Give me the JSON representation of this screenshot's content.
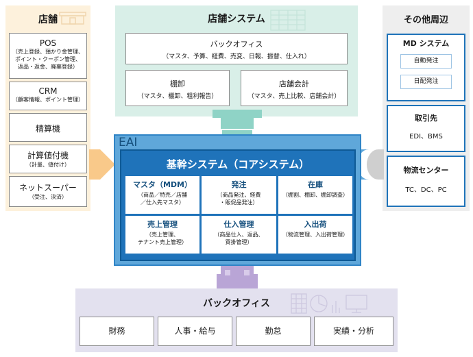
{
  "store": {
    "title": "店舗",
    "items": [
      {
        "name": "POS",
        "sub": [
          "（売上登録、預かり金管理、",
          "ポイント・クーポン管理、",
          "返品・返金、廃棄登録）"
        ]
      },
      {
        "name": "CRM",
        "sub": [
          "（顧客情報、ポイント管理）"
        ]
      },
      {
        "name": "精算機",
        "sub": []
      },
      {
        "name": "計算値付機",
        "sub": [
          "（計量、値付け）"
        ]
      },
      {
        "name": "ネットスーパー",
        "sub": [
          "（受注、決済）"
        ]
      }
    ]
  },
  "store_system": {
    "title": "店舗システム",
    "backoffice": {
      "name": "バックオフィス",
      "sub": "（マスタ、予算、経費、売変、日報、振替、仕入れ）"
    },
    "tanaoroshi": {
      "name": "棚卸",
      "sub": "（マスタ、棚卸、粗利報告）"
    },
    "kaikei": {
      "name": "店舗会計",
      "sub": "（マスタ、売上比較、店舗会計）"
    }
  },
  "peripheral": {
    "title": "その他周辺",
    "md": {
      "name": "MD システム",
      "items": [
        "自動発注",
        "日配発注"
      ]
    },
    "torihiki": {
      "name": "取引先",
      "sub": "EDI、BMS"
    },
    "butsuryu": {
      "name": "物流センター",
      "sub": "TC、DC、PC"
    }
  },
  "eai": {
    "label": "EAI",
    "core_title": "基幹システム（コアシステム）",
    "cells": [
      {
        "name": "マスタ（MDM）",
        "sub": [
          "（商品／特売／店舗",
          "／仕入先マスタ）"
        ]
      },
      {
        "name": "発注",
        "sub": [
          "（商品発注、経費",
          "・販促品発注）"
        ]
      },
      {
        "name": "在庫",
        "sub": [
          "（棚割、棚卸、棚卸調査）"
        ]
      },
      {
        "name": "売上管理",
        "sub": [
          "（売上管理、",
          "テナント売上管理）"
        ]
      },
      {
        "name": "仕入管理",
        "sub": [
          "（商品仕入、返品、",
          "買掛管理）"
        ]
      },
      {
        "name": "入出荷",
        "sub": [
          "（物流管理、入出荷管理）"
        ]
      }
    ]
  },
  "back_office": {
    "title": "バックオフィス",
    "items": [
      "財務",
      "人事・給与",
      "勤怠",
      "実績・分析"
    ]
  },
  "colors": {
    "store_bg": "#fdf1dc",
    "store_connector": "#f9c98a",
    "store_system_bg": "#d9efe8",
    "store_system_connector": "#8fd3c6",
    "peripheral_bg": "#eeeeee",
    "peripheral_connector": "#cfcfcf",
    "eai": "#5fa7da",
    "core": "#1f73ba",
    "back_office_bg": "#e3e1ef",
    "back_office_connector": "#b9a5d6"
  }
}
